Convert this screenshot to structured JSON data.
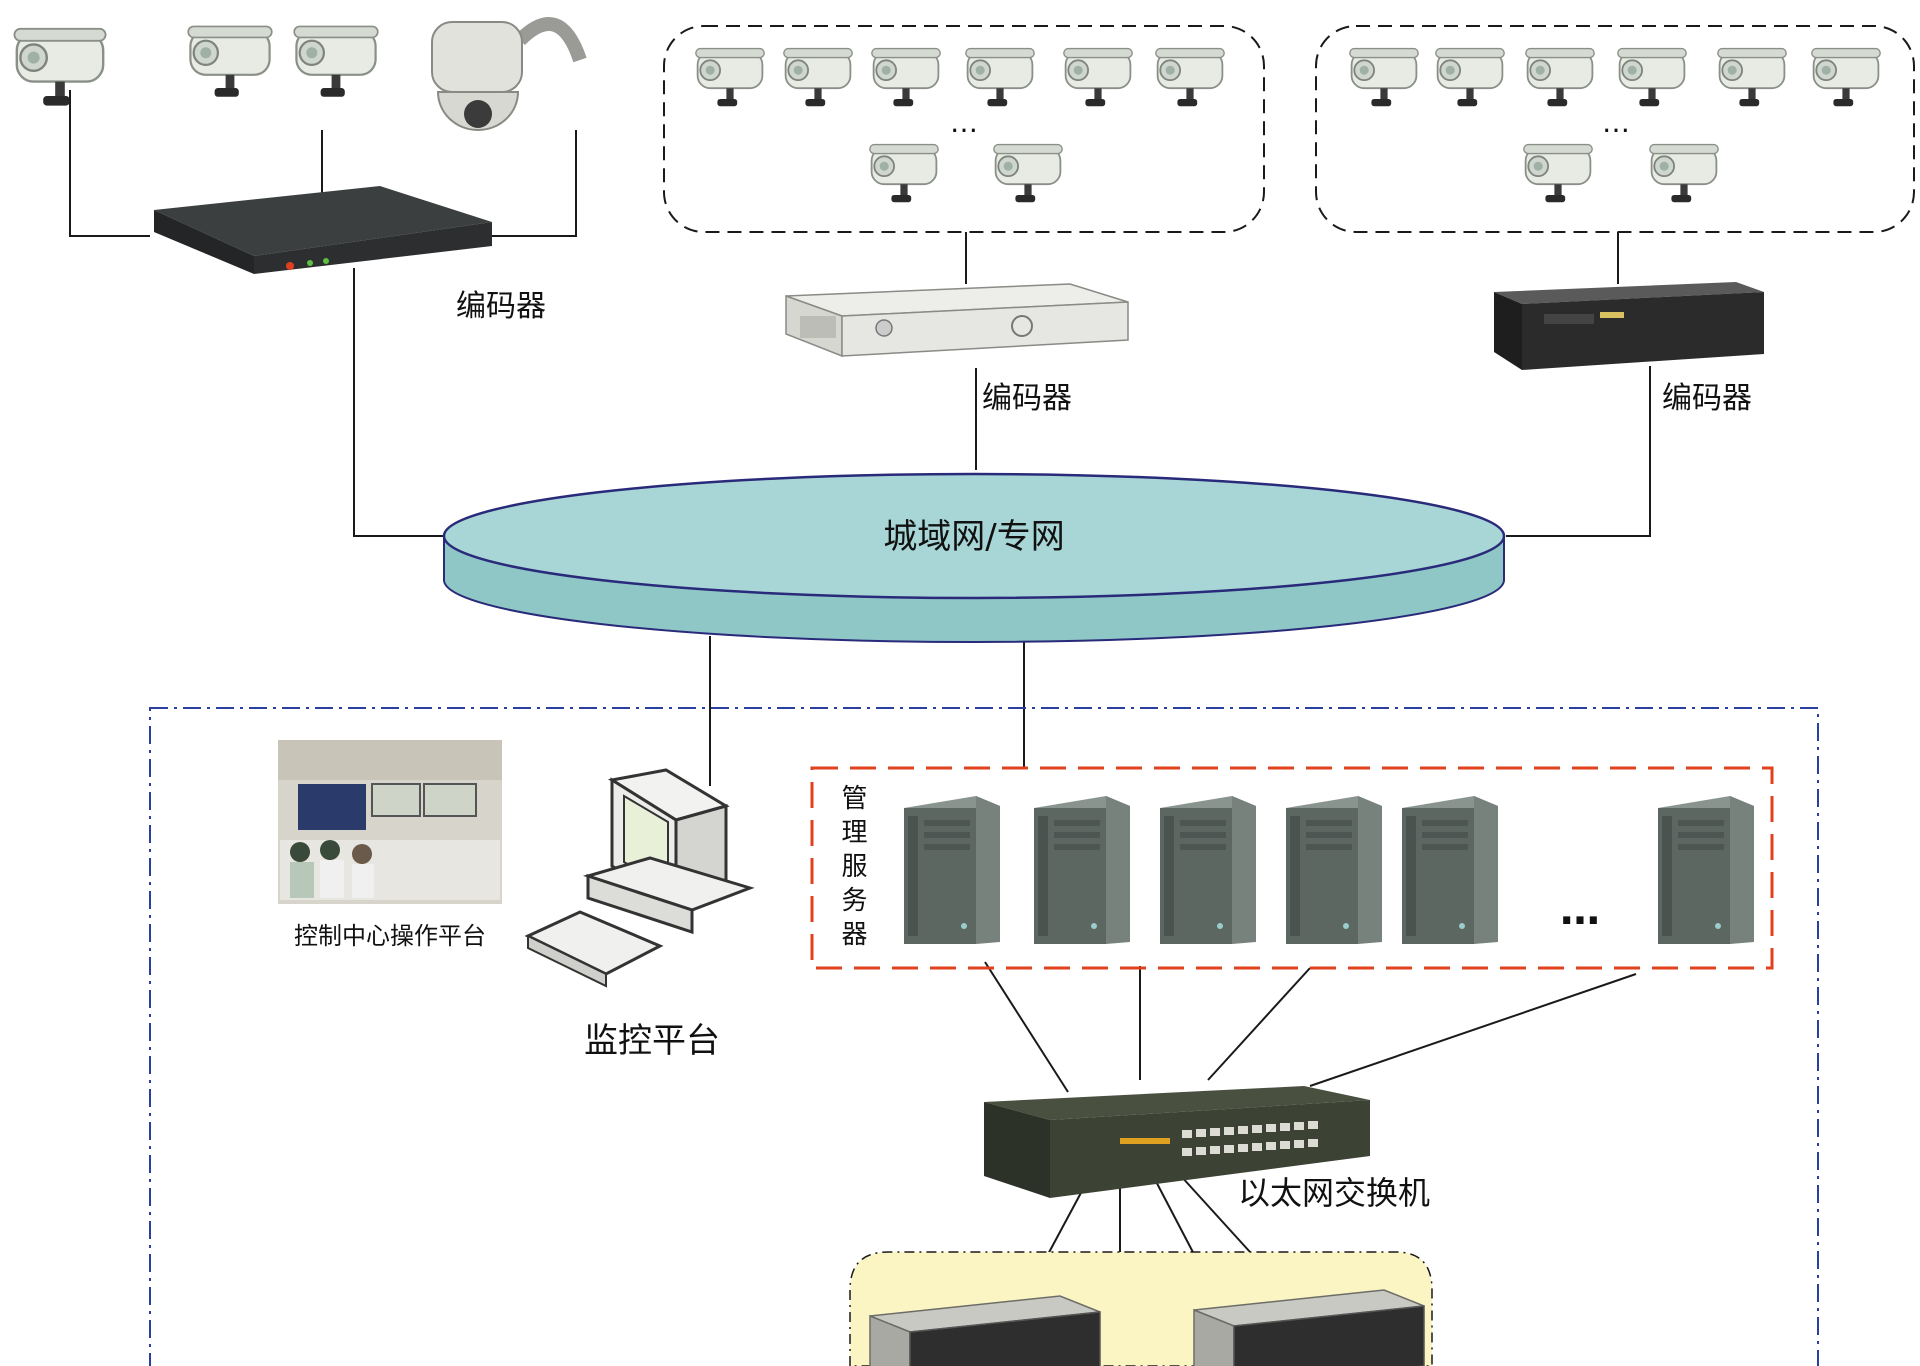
{
  "labels": {
    "encoder_1": "编码器",
    "encoder_2": "编码器",
    "encoder_3": "编码器",
    "network": "城域网/专网",
    "control_center": "控制中心操作平台",
    "monitor_platform": "监控平台",
    "server_group": "管理服务器",
    "ellipsis_servers": "…",
    "ellipsis_cam_group_1": "…",
    "ellipsis_cam_group_2": "…",
    "switch": "以太网交换机"
  },
  "colors": {
    "network_fill": "#a8d6d6",
    "network_stroke": "#2a2a7a",
    "server_border": "#e0401c",
    "zone_border": "#2a3fa0",
    "storage_fill": "#fbf5c4",
    "line": "#1a1a1a"
  },
  "icons": {
    "cameras_top_left": [
      "bullet-camera-icon",
      "bullet-camera-icon",
      "bullet-camera-icon",
      "dome-camera-icon"
    ],
    "encoder_devices": [
      "encoder-box-icon",
      "dvr-icon",
      "rack-server-icon"
    ],
    "servers": [
      "tower-server-icon",
      "tower-server-icon",
      "tower-server-icon",
      "tower-server-icon",
      "tower-server-icon",
      "tower-server-icon"
    ],
    "storage": [
      "storage-array-icon",
      "storage-array-icon"
    ]
  }
}
